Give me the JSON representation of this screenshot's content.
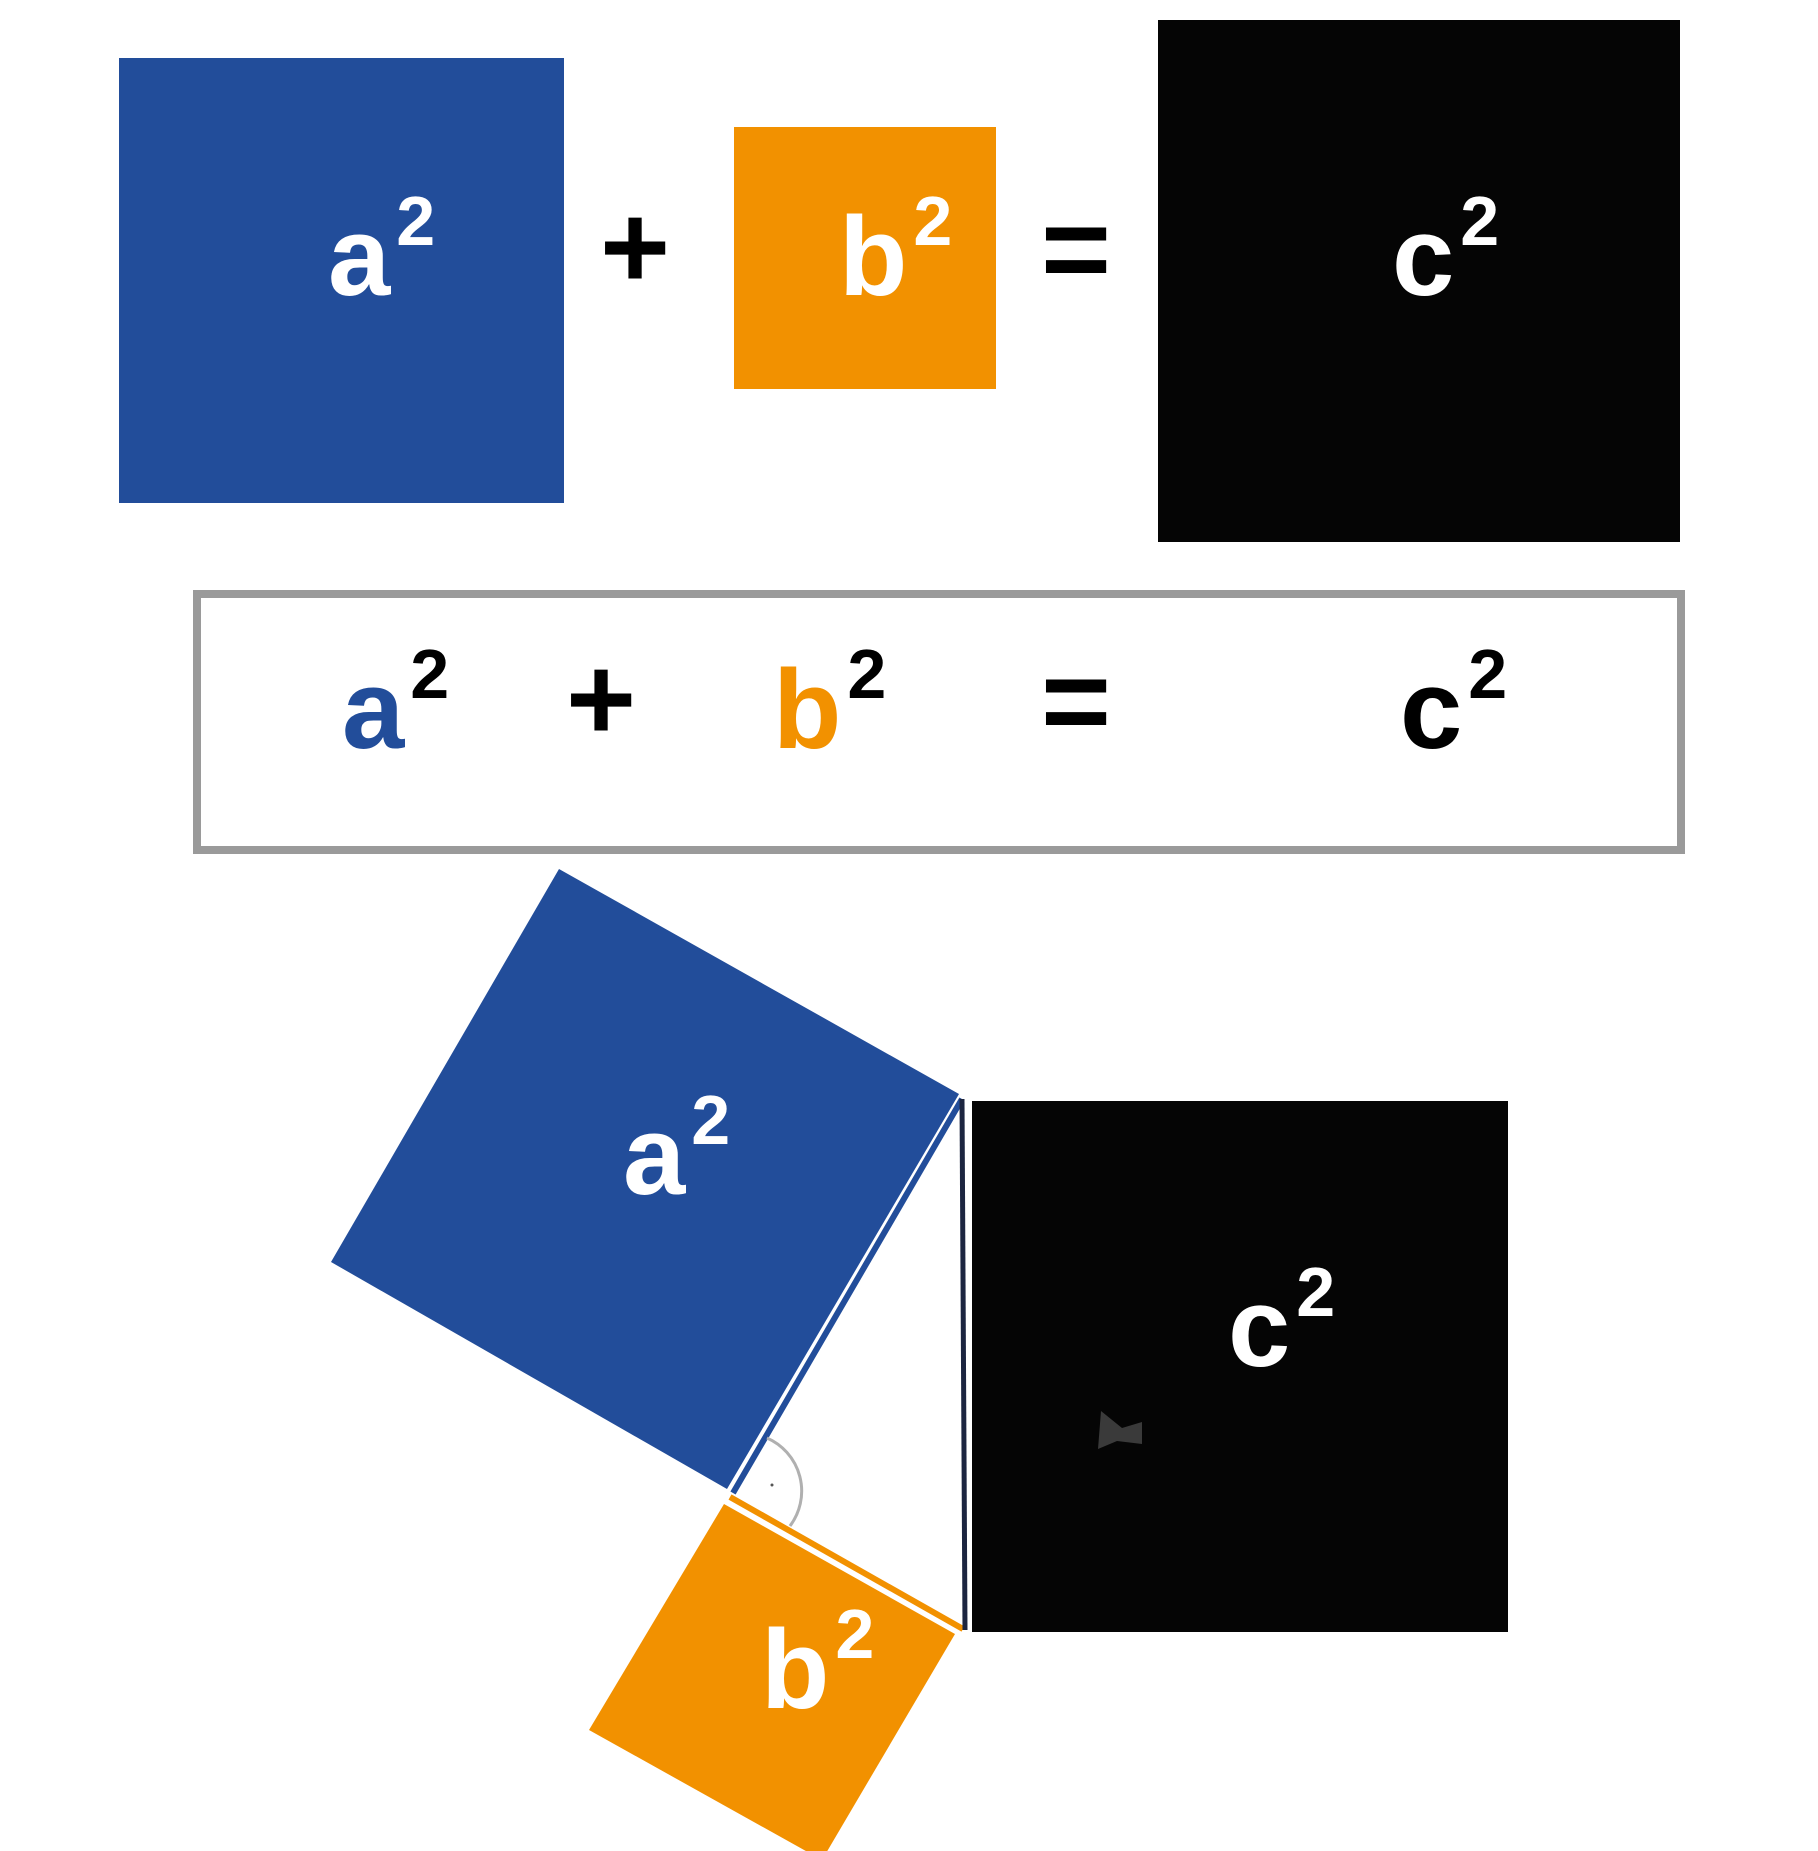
{
  "colors": {
    "a": "#224d9a",
    "b": "#f29100",
    "c": "#050505",
    "background": "#ffffff",
    "box_border": "#9a9a9a",
    "angle_arc": "#b0b0b0",
    "edge_dark": "#1c2540"
  },
  "row1": {
    "a_square": {
      "base": "a",
      "exponent": "2"
    },
    "plus": "+",
    "b_square": {
      "base": "b",
      "exponent": "2"
    },
    "equals": "=",
    "c_square": {
      "base": "c",
      "exponent": "2"
    }
  },
  "row2": {
    "a_term": {
      "base": "a",
      "exponent": "2"
    },
    "plus": "+",
    "b_term": {
      "base": "b",
      "exponent": "2"
    },
    "equals": "=",
    "c_term": {
      "base": "c",
      "exponent": "2"
    }
  },
  "figure": {
    "a_square": {
      "base": "a",
      "exponent": "2"
    },
    "b_square": {
      "base": "b",
      "exponent": "2"
    },
    "c_square": {
      "base": "c",
      "exponent": "2"
    },
    "right_angle_marker": true
  }
}
